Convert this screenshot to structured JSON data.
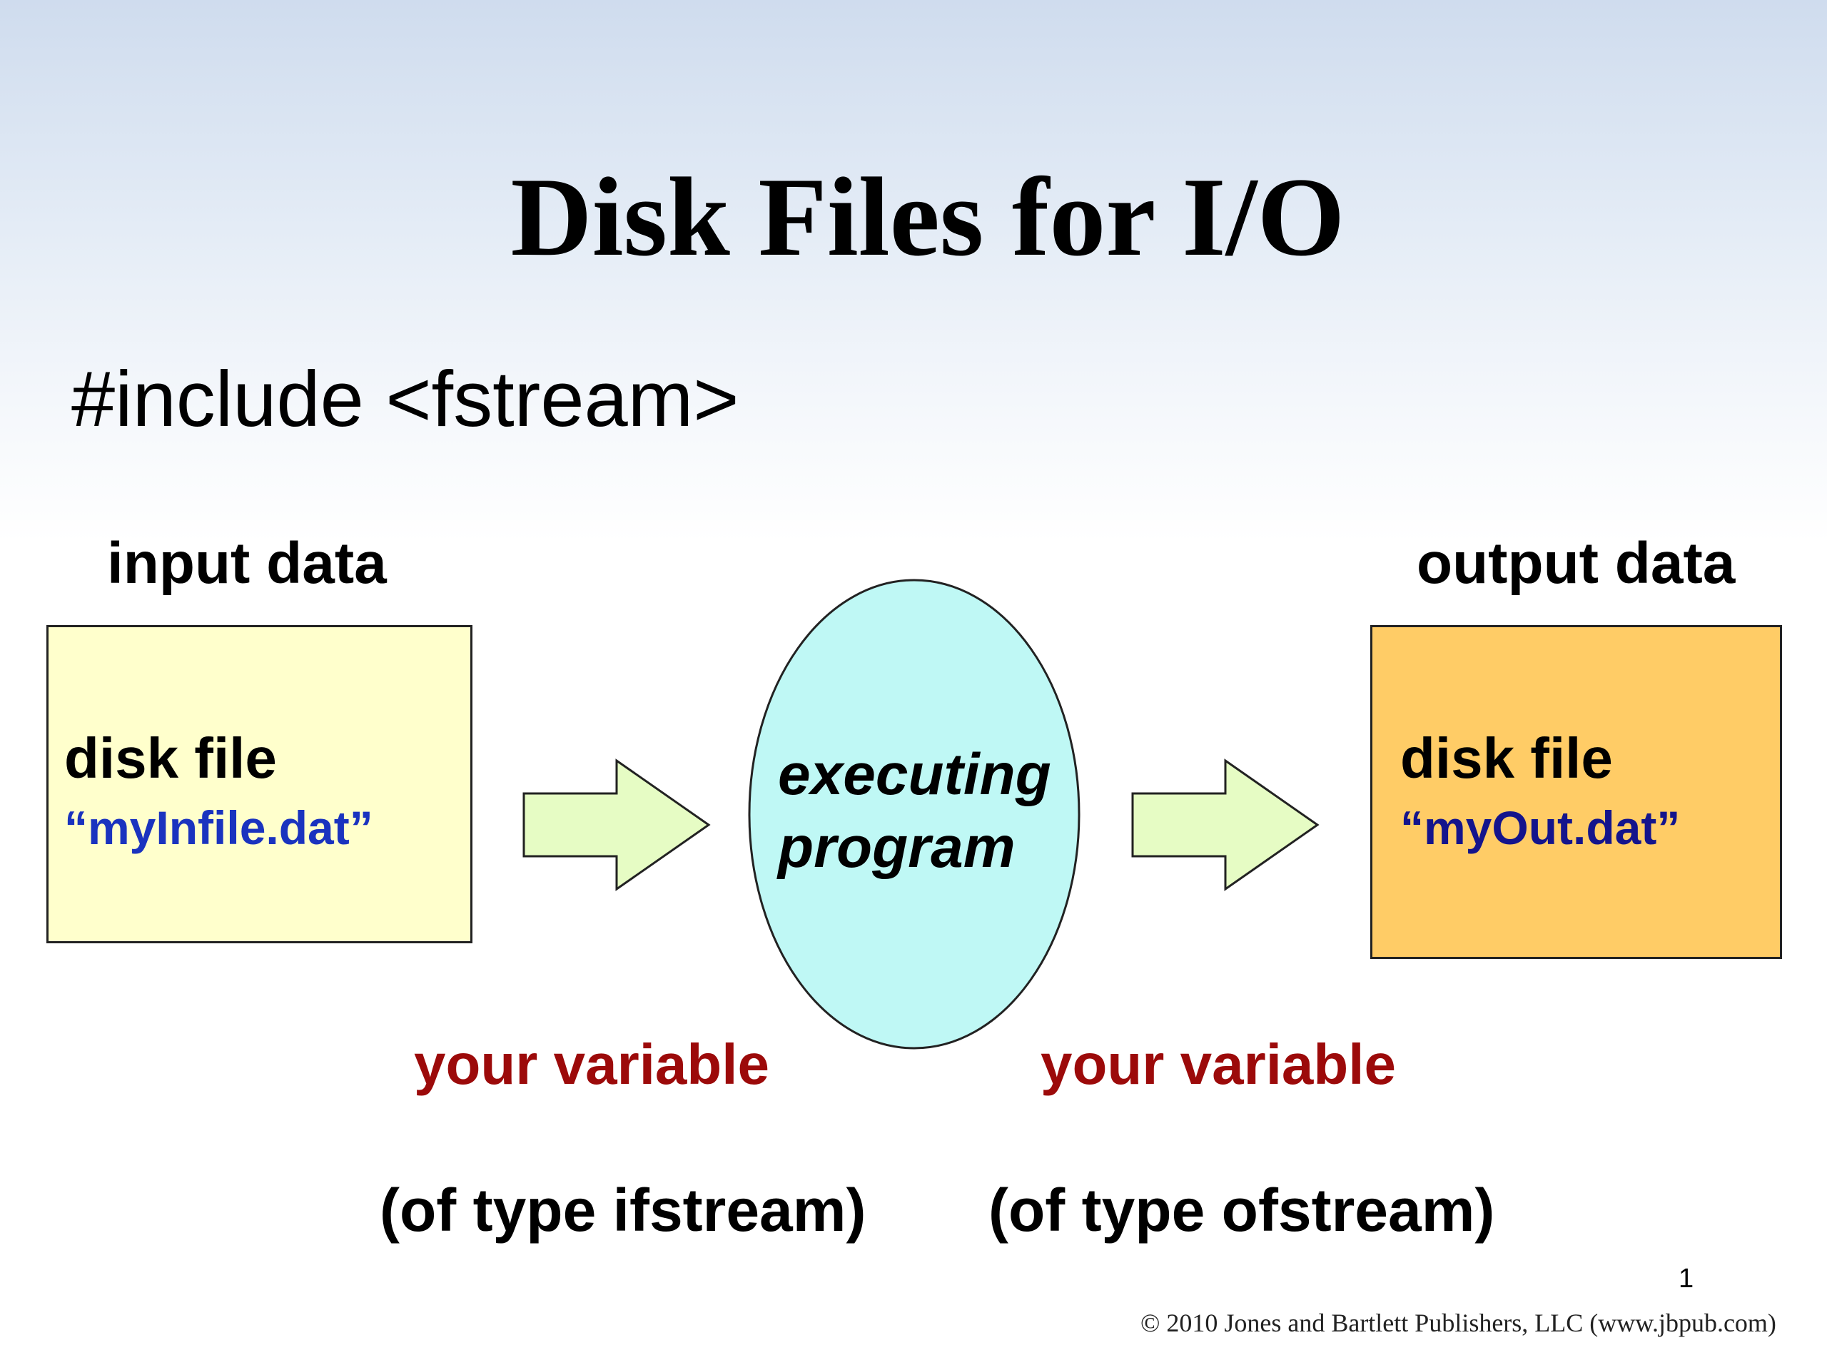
{
  "slide": {
    "title": "Disk Files for I/O",
    "include_line": "#include <fstream>",
    "input": {
      "label": "input data",
      "box_title": "disk file",
      "filename": "“myInfile.dat”",
      "variable_label": "your variable",
      "type_label": "(of type ifstream)"
    },
    "program": {
      "line1": "executing",
      "line2": "program"
    },
    "output": {
      "label": "output data",
      "box_title": "disk file",
      "filename": "“myOut.dat”",
      "variable_label": "your variable",
      "type_label": "(of type ofstream)"
    },
    "page_number": "1",
    "copyright": "© 2010 Jones and Bartlett Publishers, LLC (www.jbpub.com)"
  },
  "colors": {
    "input_box_fill": "#ffffcc",
    "output_box_fill": "#ffcc66",
    "ellipse_fill": "#bff8f5",
    "arrow_fill": "#e6fcc4",
    "variable_text": "#9c0a0a",
    "input_filename_text": "#1a33bf",
    "output_filename_text": "#14148c"
  }
}
